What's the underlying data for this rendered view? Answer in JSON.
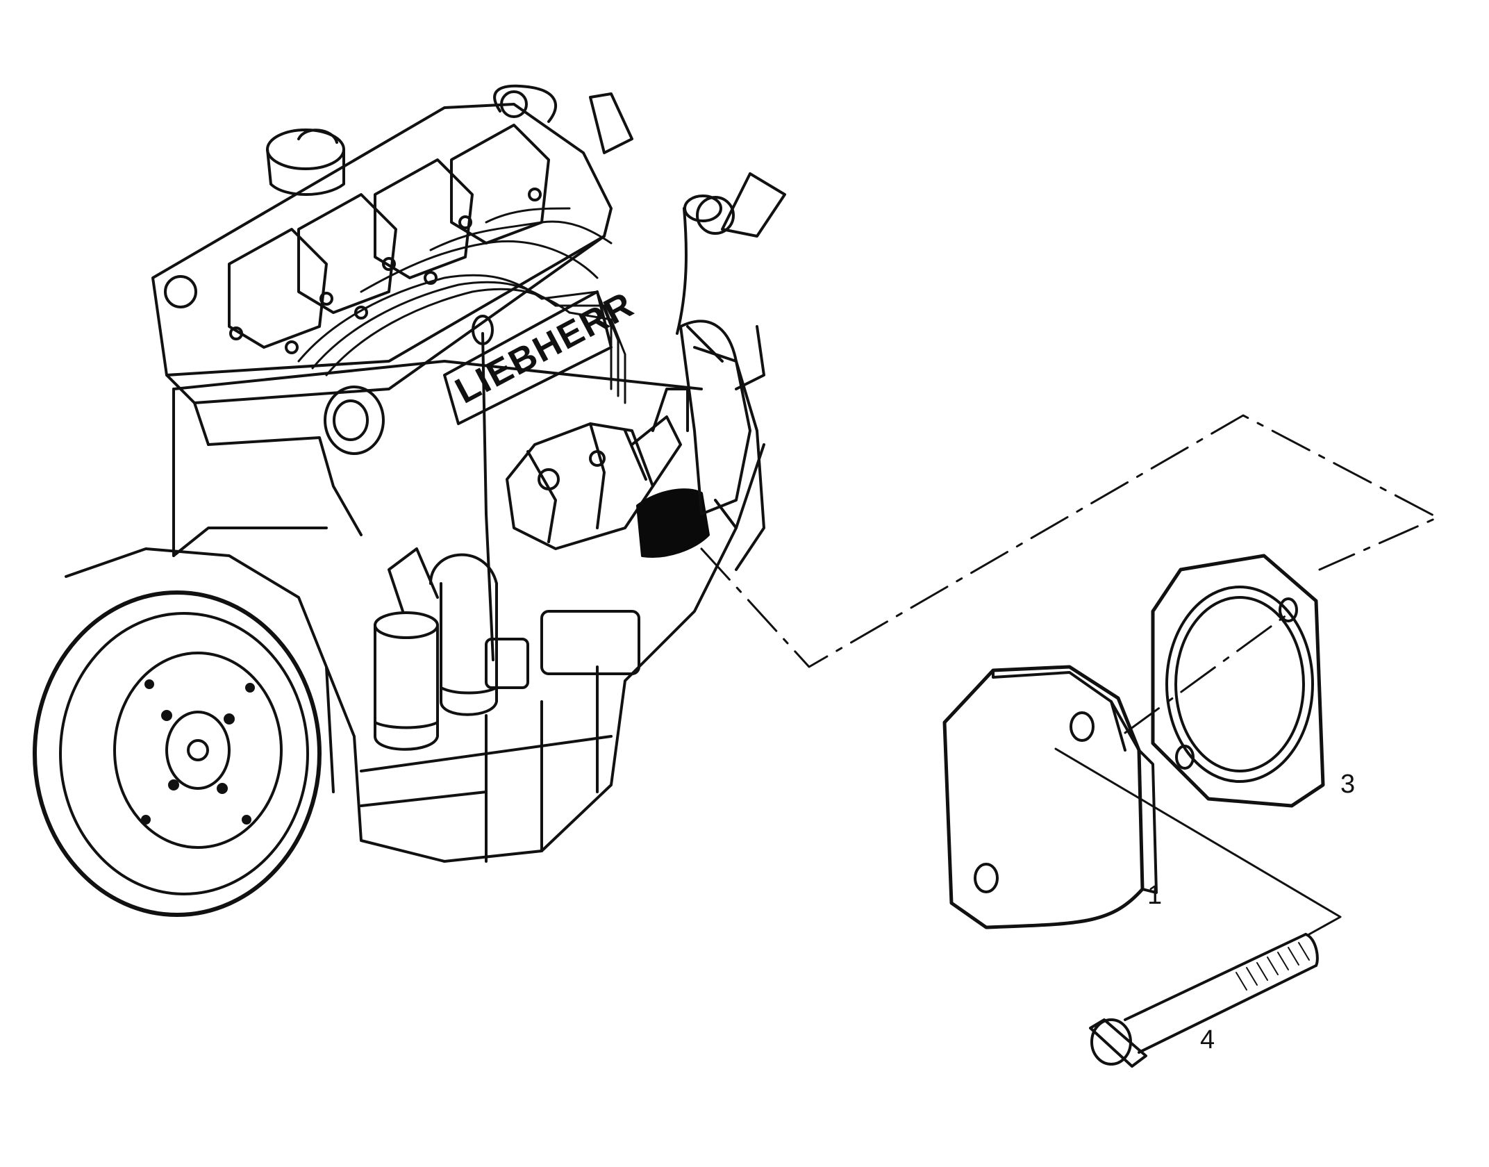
{
  "diagram": {
    "brand_lettering": "LIEBHERR",
    "callouts": [
      {
        "id": "1",
        "part": "cover"
      },
      {
        "id": "3",
        "part": "gasket"
      },
      {
        "id": "4",
        "part": "cap-screw"
      }
    ]
  },
  "colors": {
    "line": "#111111",
    "background": "#ffffff",
    "highlight": "#0a0a0a"
  }
}
